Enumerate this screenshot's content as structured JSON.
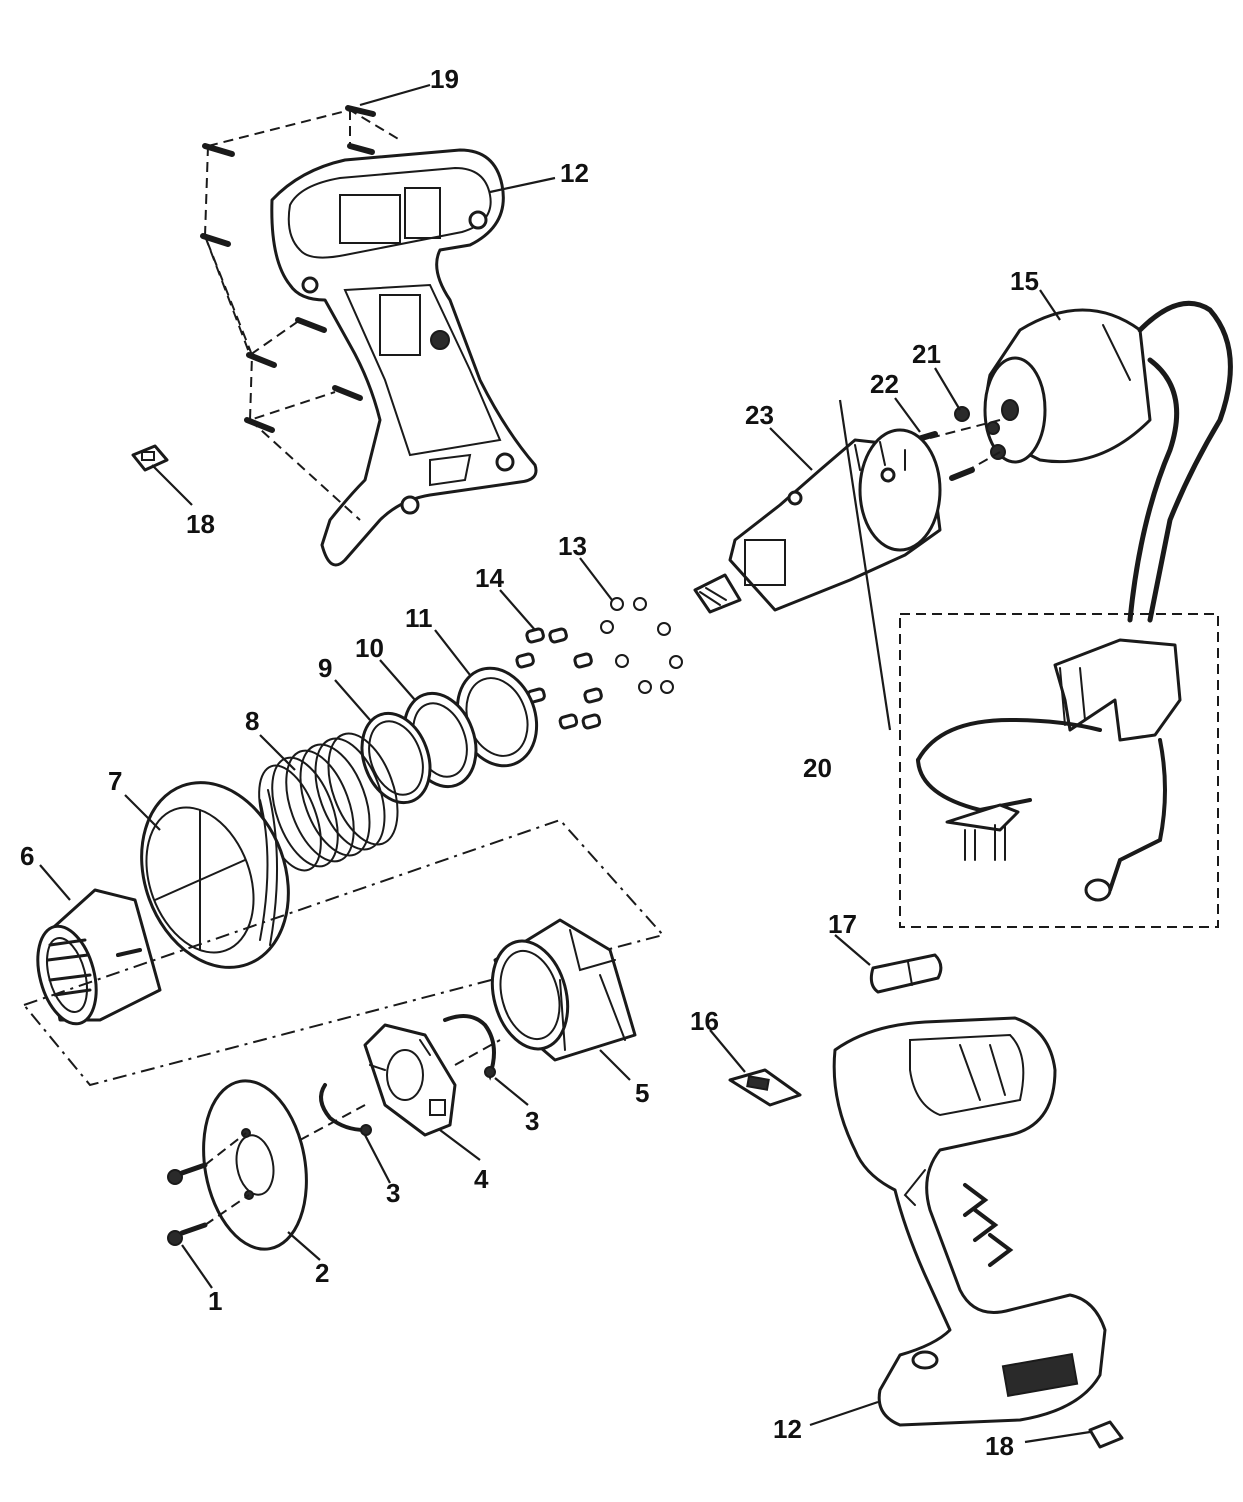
{
  "diagram": {
    "type": "exploded-parts-view",
    "callouts": {
      "c1": "1",
      "c2": "2",
      "c3a": "3",
      "c3b": "3",
      "c4": "4",
      "c5": "5",
      "c6": "6",
      "c7": "7",
      "c8": "8",
      "c9": "9",
      "c10": "10",
      "c11": "11",
      "c12a": "12",
      "c12b": "12",
      "c13": "13",
      "c14": "14",
      "c15": "15",
      "c16": "16",
      "c17": "17",
      "c18a": "18",
      "c18b": "18",
      "c19": "19",
      "c20": "20",
      "c21": "21",
      "c22": "22",
      "c23": "23"
    }
  }
}
